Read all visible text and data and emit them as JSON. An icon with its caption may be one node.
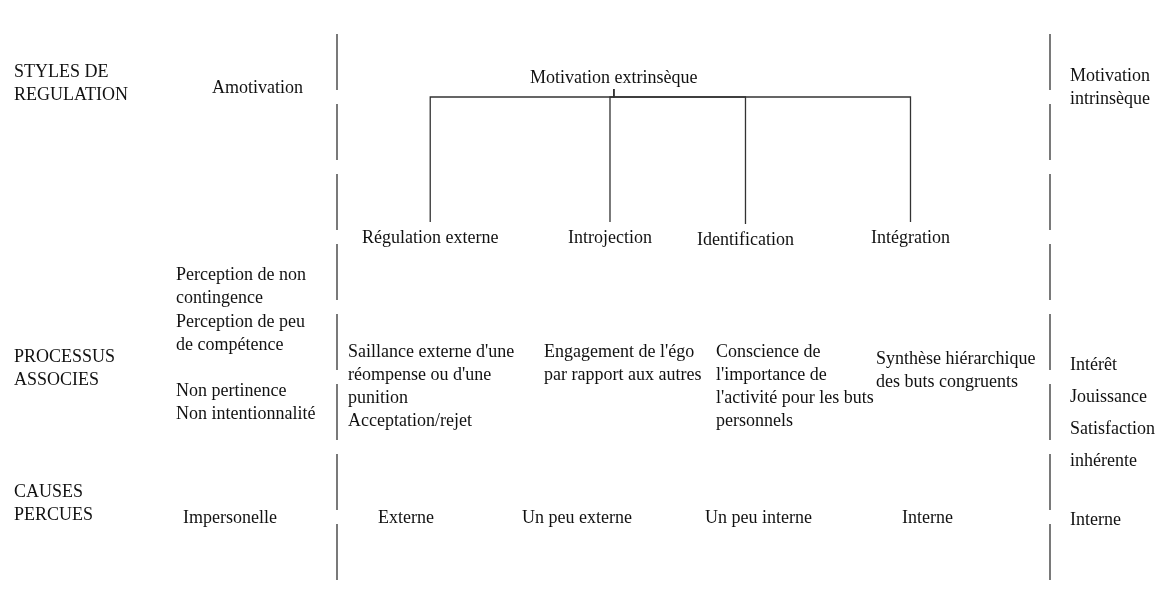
{
  "diagram": {
    "nodes": [
      {
        "text": [
          "Motivation extrinsèque"
        ]
      },
      {
        "text": [
          "Régulation externe"
        ]
      },
      {
        "text": [
          "Introjection"
        ]
      },
      {
        "text": [
          "Identification"
        ]
      },
      {
        "text": [
          "Intégration"
        ]
      }
    ],
    "edges": [
      {
        "from": 0,
        "to": 1,
        "arrow": "none"
      },
      {
        "from": 0,
        "to": 2,
        "arrow": "none"
      },
      {
        "from": 0,
        "to": 3,
        "arrow": "none"
      },
      {
        "from": 0,
        "to": 4,
        "arrow": "none"
      }
    ],
    "labels": [
      "STYLES DE REGULATION",
      "Amotivation",
      "Motivation intrinsèque",
      "Perception de non contingence",
      "Perception de peu de compétence",
      "Non pertinence",
      "Non intentionnalité",
      "PROCESSUS ASSOCIES",
      "Saillance externe d'une réompense ou d'une punition",
      "Acceptation/rejet",
      "Engagement de l'égo par rapport aux autres",
      "Conscience de l'importance de l'activité pour les buts personnels",
      "Synthèse hiérarchique des buts congruents",
      "Intérêt",
      "Jouissance",
      "Satisfaction inhérente",
      "CAUSES PERCUES",
      "Impersonelle",
      "Externe",
      "Un peu externe",
      "Un peu interne",
      "Interne",
      "Interne"
    ]
  }
}
